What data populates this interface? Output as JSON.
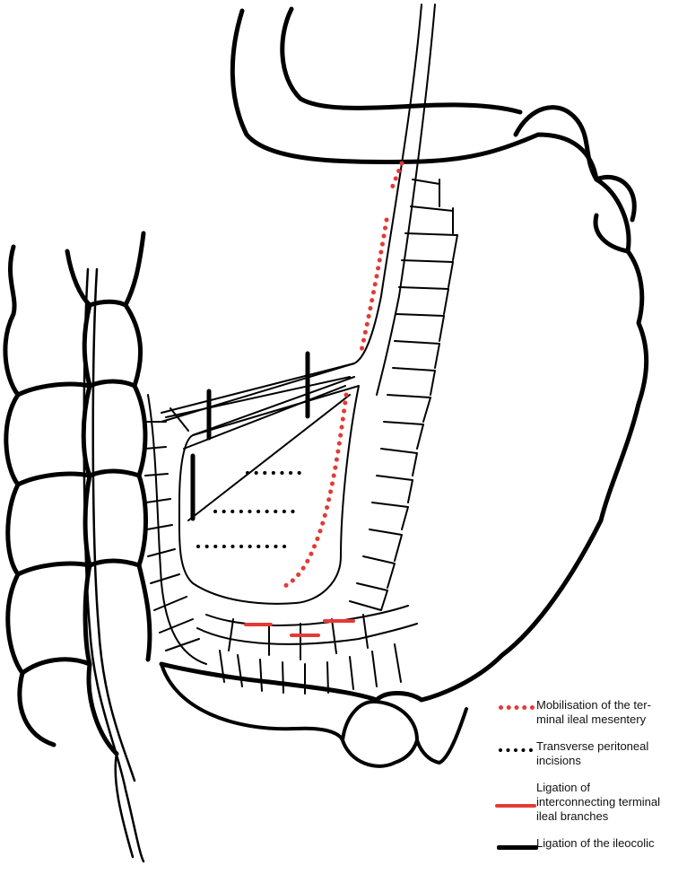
{
  "legend": {
    "items": [
      {
        "key": "mobilisation",
        "swatch": "red-dotted-line",
        "color": "#e53935",
        "label": "Mobilisation of the ter-\nminal ileal mesentery"
      },
      {
        "key": "transverse",
        "swatch": "black-dotted-line",
        "color": "#000000",
        "label": "Transverse peritoneal\nincisions"
      },
      {
        "key": "ligation-terminal",
        "swatch": "red-solid-line",
        "color": "#e53935",
        "label": "Ligation of\ninterconnecting terminal\nileal branches"
      },
      {
        "key": "ligation-ileocolic",
        "swatch": "black-solid-line",
        "color": "#000000",
        "label": "Ligation of the ileocolic"
      }
    ]
  }
}
